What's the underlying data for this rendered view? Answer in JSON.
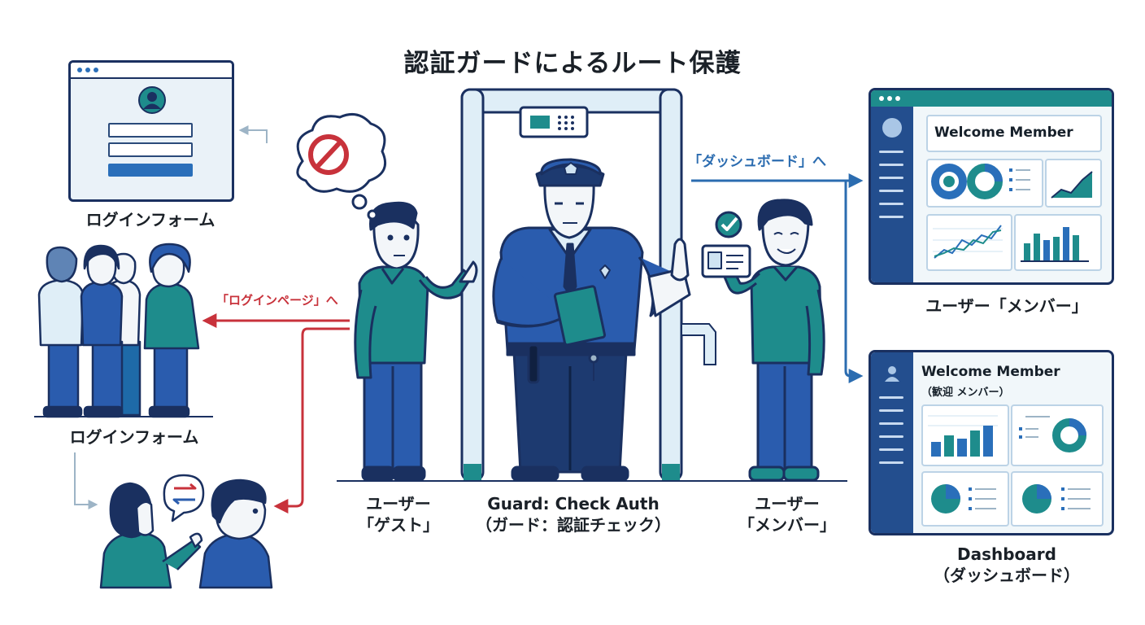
{
  "title": "認証ガードによるルート保護",
  "labels": {
    "login_form_top": "ログインフォーム",
    "login_form_bottom": "ログインフォーム",
    "guest_line1": "ユーザー",
    "guest_line2": "「ゲスト」",
    "guard_line1": "Guard: Check Auth",
    "guard_line2": "（ガード：認証チェック）",
    "member_line1": "ユーザー",
    "member_line2": "「メンバー」",
    "user_member": "ユーザー「メンバー」",
    "dashboard_line1": "Dashboard",
    "dashboard_line2": "（ダッシュボード）"
  },
  "arrows": {
    "to_login": "「ログインページ」へ",
    "to_dashboard": "「ダッシュボード」へ"
  },
  "dashboard_top": {
    "welcome": "Welcome Member"
  },
  "dashboard_bottom": {
    "welcome": "Welcome Member",
    "welcome_sub": "（歓迎 メンバー）"
  },
  "colors": {
    "navy": "#1a3060",
    "teal": "#1e8c8c",
    "blue": "#2a6fba",
    "red": "#c8323b",
    "light_blue": "#cfe3f2"
  },
  "icons": [
    "no-entry-icon",
    "check-icon",
    "avatar-icon",
    "keypad-icon",
    "exchange-icon"
  ]
}
